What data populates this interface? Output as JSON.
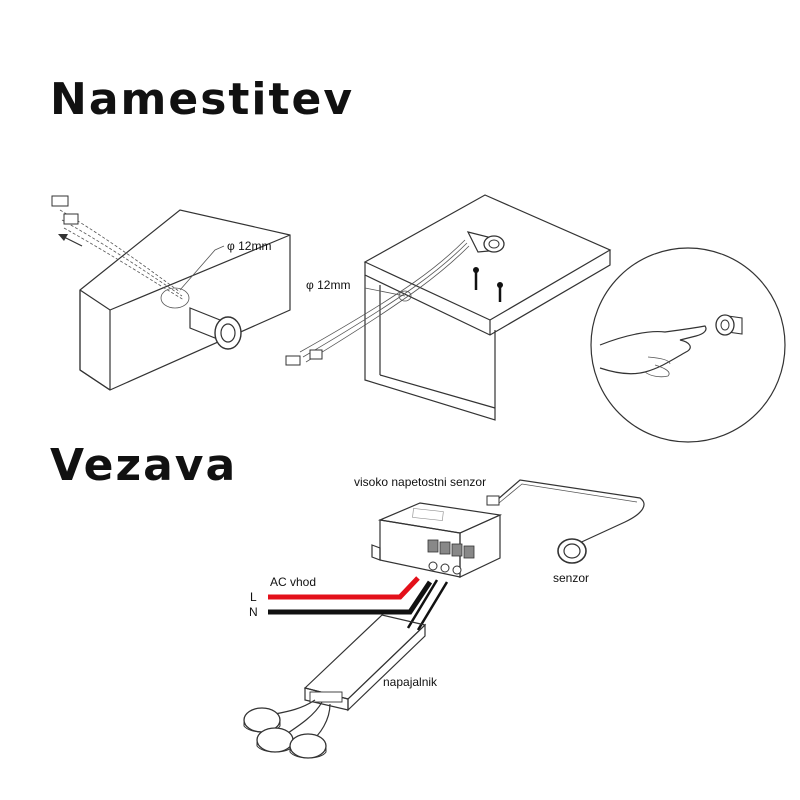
{
  "headings": {
    "install": "Namestitev",
    "wiring": "Vezava"
  },
  "labels": {
    "diameter_1": "φ 12mm",
    "diameter_2": "φ 12mm",
    "high_voltage_sensor": "visoko napetostni senzor",
    "sensor": "senzor",
    "ac_input": "AC vhod",
    "live": "L",
    "neutral": "N",
    "power_supply": "napajalnik"
  },
  "colors": {
    "live_wire": "#e3101a",
    "neutral_wire": "#111111",
    "line": "#333333"
  }
}
